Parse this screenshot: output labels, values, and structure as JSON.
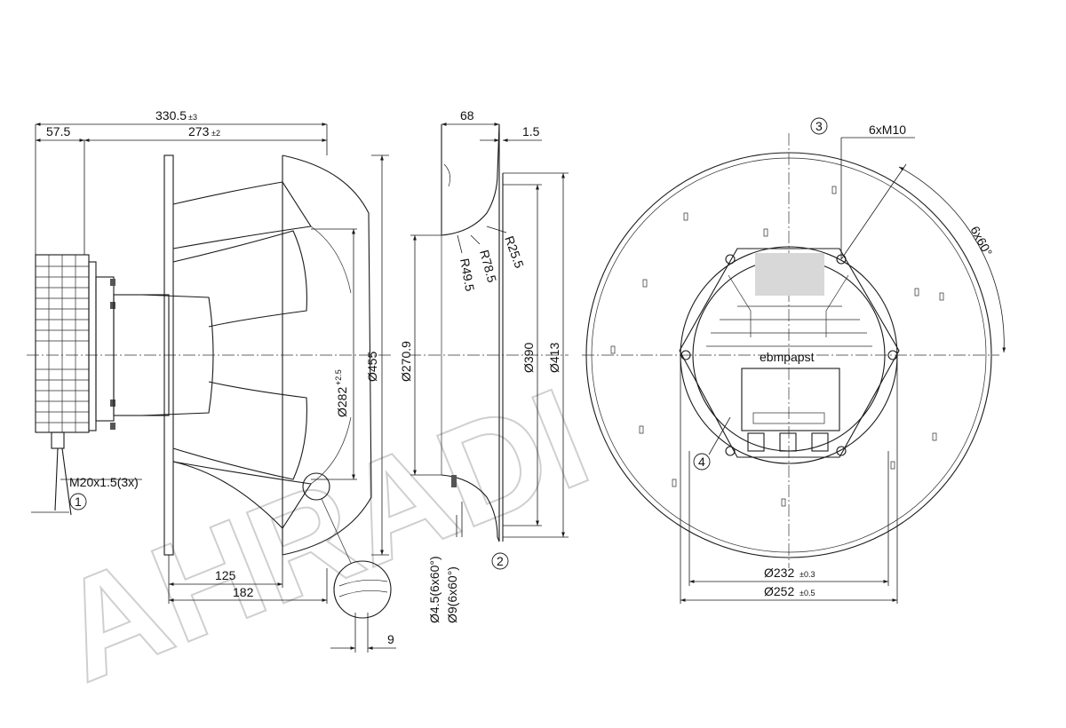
{
  "watermark": "AHRADI",
  "brand_label": "ebmpapst",
  "side_view": {
    "overall_length": "330.5",
    "overall_length_tol": "±3",
    "motor_offset": "57.5",
    "length": "273",
    "length_tol": "±2",
    "inlet_diameter": "Ø282",
    "inlet_diameter_tol": "+2.5",
    "outer_diameter": "Ø455",
    "impeller_width_a": "125",
    "impeller_width_b": "182",
    "blade_gap": "9",
    "cable_gland": "M20x1.5(3x)",
    "callout_1": "1"
  },
  "inlet_ring": {
    "depth": "68",
    "lip": "1.5",
    "r1": "R25.5",
    "r2": "R78.5",
    "r3": "R49.5",
    "throat_diameter": "Ø270.9",
    "ring_diameter": "Ø390",
    "flange_diameter": "Ø413",
    "hole_small": "Ø4.5(6x60°)",
    "hole_large": "Ø9(6x60°)",
    "callout_2": "2"
  },
  "front_view": {
    "thread": "6xM10",
    "angle": "6x60°",
    "pcd_inner": "Ø232",
    "pcd_inner_tol": "±0.3",
    "pcd_outer": "Ø252",
    "pcd_outer_tol": "±0.5",
    "callout_3": "3",
    "callout_4": "4"
  }
}
